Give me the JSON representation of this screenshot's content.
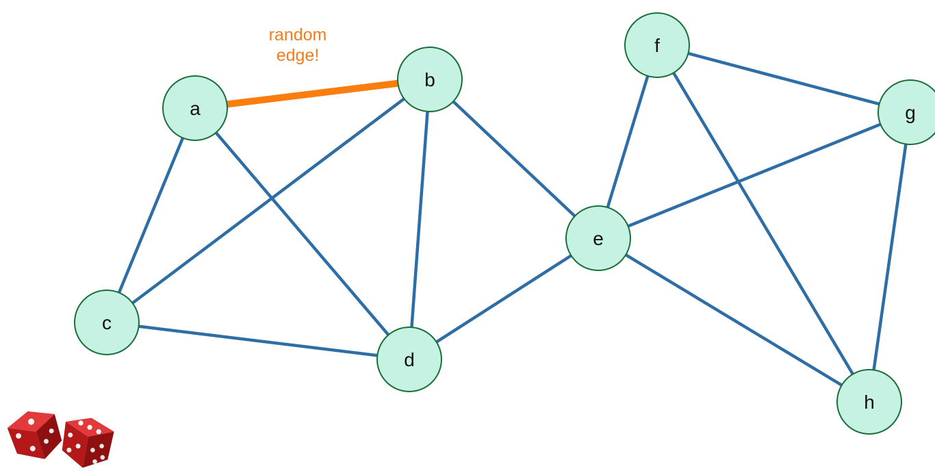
{
  "colors": {
    "edge": "#2e6ea6",
    "highlight_edge": "#fa7d0f",
    "node_fill": "#c6f2e4",
    "node_stroke": "#1b6e3a",
    "label": "#111111",
    "callout": "#f27d1c",
    "dice": "#c21d1d"
  },
  "nodes": [
    {
      "id": "a",
      "label": "a"
    },
    {
      "id": "b",
      "label": "b"
    },
    {
      "id": "c",
      "label": "c"
    },
    {
      "id": "d",
      "label": "d"
    },
    {
      "id": "e",
      "label": "e"
    },
    {
      "id": "f",
      "label": "f"
    },
    {
      "id": "g",
      "label": "g"
    },
    {
      "id": "h",
      "label": "h"
    }
  ],
  "edges": [
    {
      "from": "a",
      "to": "b",
      "highlighted": true
    },
    {
      "from": "a",
      "to": "c"
    },
    {
      "from": "a",
      "to": "d"
    },
    {
      "from": "b",
      "to": "c"
    },
    {
      "from": "b",
      "to": "d"
    },
    {
      "from": "b",
      "to": "e"
    },
    {
      "from": "c",
      "to": "d"
    },
    {
      "from": "d",
      "to": "e"
    },
    {
      "from": "e",
      "to": "f"
    },
    {
      "from": "e",
      "to": "g"
    },
    {
      "from": "e",
      "to": "h"
    },
    {
      "from": "f",
      "to": "g"
    },
    {
      "from": "f",
      "to": "h"
    },
    {
      "from": "g",
      "to": "h"
    }
  ],
  "callout": {
    "line1": "random",
    "line2": "edge!"
  },
  "decoration": {
    "icon": "dice-icon"
  }
}
